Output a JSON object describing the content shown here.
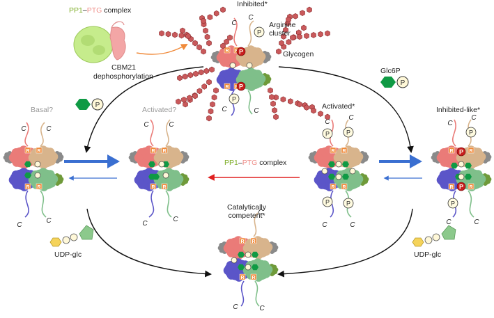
{
  "labels": {
    "complex_top": {
      "pp1": "PP1",
      "sep": "–",
      "ptg": "PTG",
      "rest": " complex"
    },
    "cbm21": "CBM21",
    "dephos": "dephosphorylation",
    "inhibited": "Inhibited*",
    "arginine": "Arginine\ncluster",
    "glycogen": "Glycogen",
    "glc6p": "Glc6P",
    "basal": "Basal?",
    "activated_q": "Activated?",
    "complex_mid": {
      "pp1": "PP1",
      "sep": "–",
      "ptg": "PTG",
      "rest": " complex"
    },
    "activated_star": "Activated*",
    "inhibited_like": "Inhibited-like*",
    "catalytic": "Catalytically\ncompetent*",
    "udp_left": "UDP-glc",
    "udp_right": "UDP-glc"
  },
  "glyphs": {
    "c_terminus": "C",
    "phosphate": "P",
    "arginine": "R"
  },
  "colors": {
    "pink": "#ea7b78",
    "tan": "#d8b48c",
    "blue": "#5b55c8",
    "green": "#7fbf8a",
    "grey": "#8a8a8a",
    "hexagon": "#0f9a44",
    "phospho_red": "#c81e1e",
    "arginine_orange": "#f08a3a",
    "arrow_blue": "#3a6fd1",
    "arrow_red": "#e02020",
    "arrow_orange": "#f08a3a",
    "pp1_green": "#c6ec8c",
    "ptg_pink": "#f3a6a6",
    "glycogen": "#c9595b"
  },
  "icons": [
    "pp1-ptg-complex-icon",
    "glycogen-icon",
    "glc6p-icon",
    "udp-glc-icon",
    "enzyme-tetramer-icon"
  ]
}
